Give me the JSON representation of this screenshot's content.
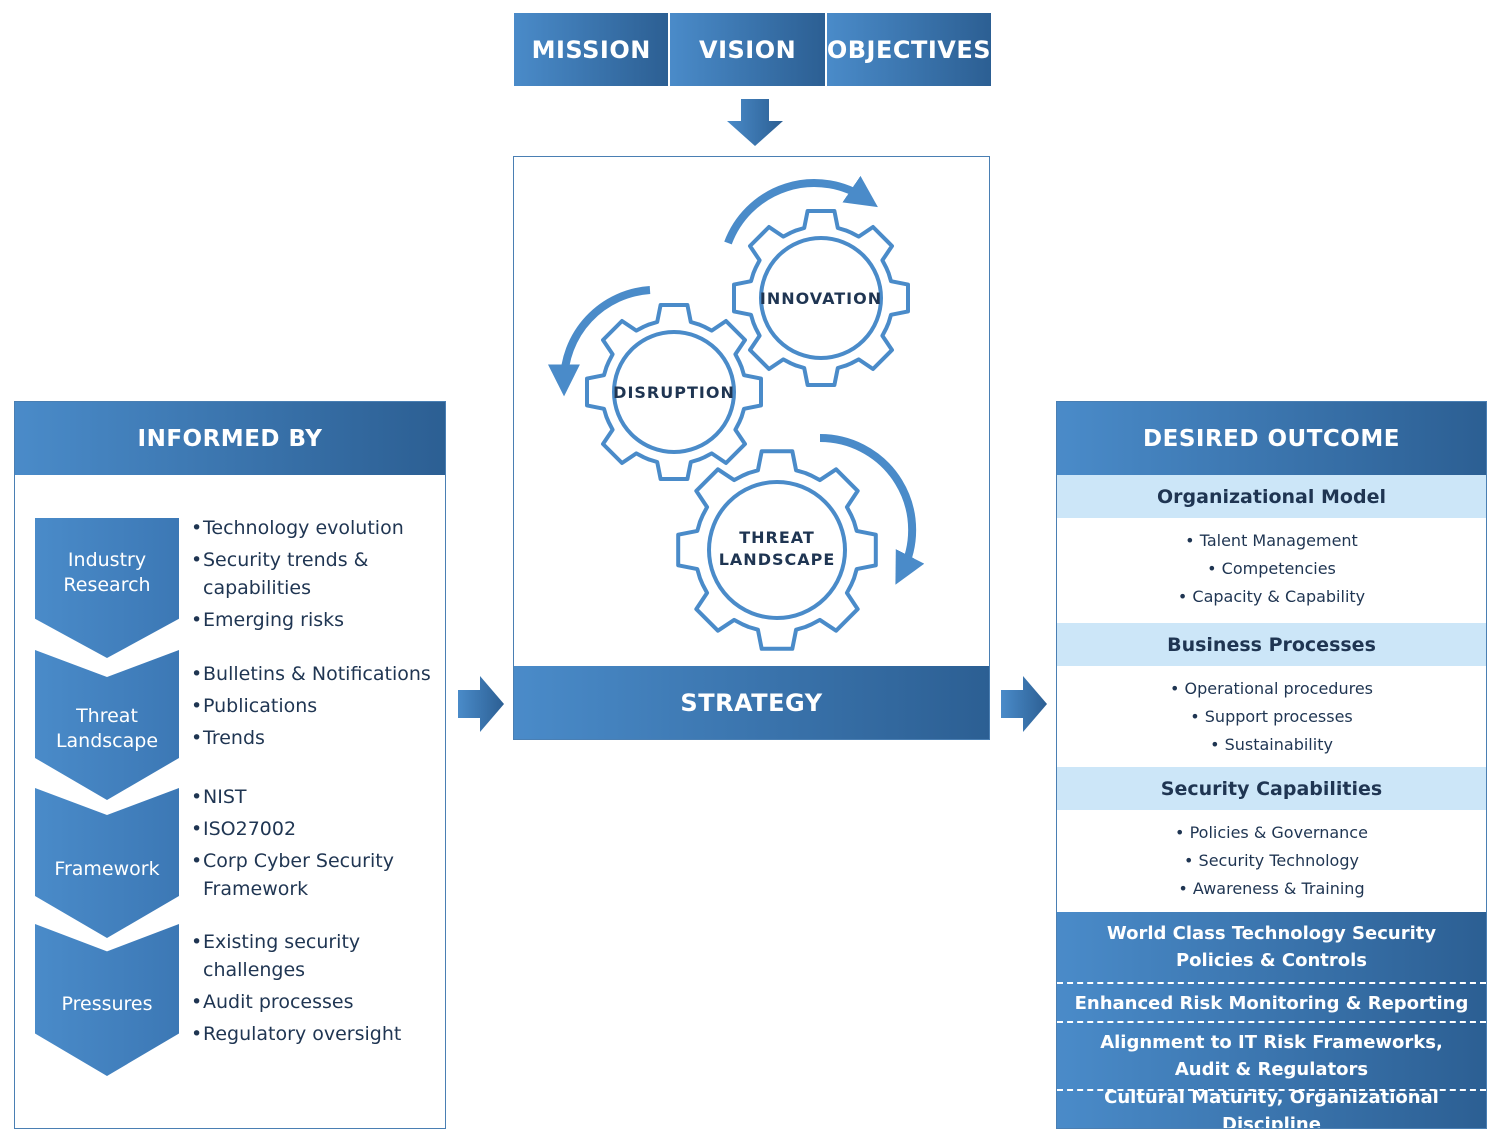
{
  "header": {
    "tabs": [
      "MISSION",
      "VISION",
      "OBJECTIVES"
    ]
  },
  "center": {
    "gears": {
      "innovation": "INNOVATION",
      "disruption": "DISRUPTION",
      "threat_line1": "THREAT",
      "threat_line2": "LANDSCAPE"
    },
    "strategy_label": "STRATEGY"
  },
  "left": {
    "title": "INFORMED BY",
    "groups": [
      {
        "label": [
          "Industry",
          "Research"
        ],
        "items": [
          "Technology evolution",
          "Security trends & capabilities",
          "Emerging risks"
        ]
      },
      {
        "label": [
          "Threat",
          "Landscape"
        ],
        "items": [
          "Bulletins & Notifications",
          "Publications",
          "Trends"
        ]
      },
      {
        "label": [
          "Framework"
        ],
        "items": [
          "NIST",
          "ISO27002",
          "Corp Cyber Security Framework"
        ]
      },
      {
        "label": [
          "Pressures"
        ],
        "items": [
          "Existing security challenges",
          "Audit processes",
          "Regulatory oversight"
        ]
      }
    ]
  },
  "right": {
    "title": "DESIRED OUTCOME",
    "sections": [
      {
        "title": "Organizational Model",
        "items": [
          "Talent Management",
          "Competencies",
          "Capacity & Capability"
        ]
      },
      {
        "title": "Business Processes",
        "items": [
          "Operational procedures",
          "Support processes",
          "Sustainability"
        ]
      },
      {
        "title": "Security Capabilities",
        "items": [
          "Policies & Governance",
          "Security Technology",
          "Awareness & Training"
        ]
      }
    ],
    "outcomes": [
      [
        "World Class Technology Security",
        "Policies & Controls"
      ],
      [
        "Enhanced Risk Monitoring & Reporting"
      ],
      [
        "Alignment to IT Risk Frameworks,",
        "Audit & Regulators"
      ],
      [
        "Cultural Maturity, Organizational Discipline"
      ]
    ]
  },
  "colors": {
    "gradient_start": "#4a8bc9",
    "gradient_end": "#2c5f93",
    "gear_stroke": "#4a8bc9",
    "section_bg": "#cce6f8",
    "text_dark": "#1f3552"
  }
}
